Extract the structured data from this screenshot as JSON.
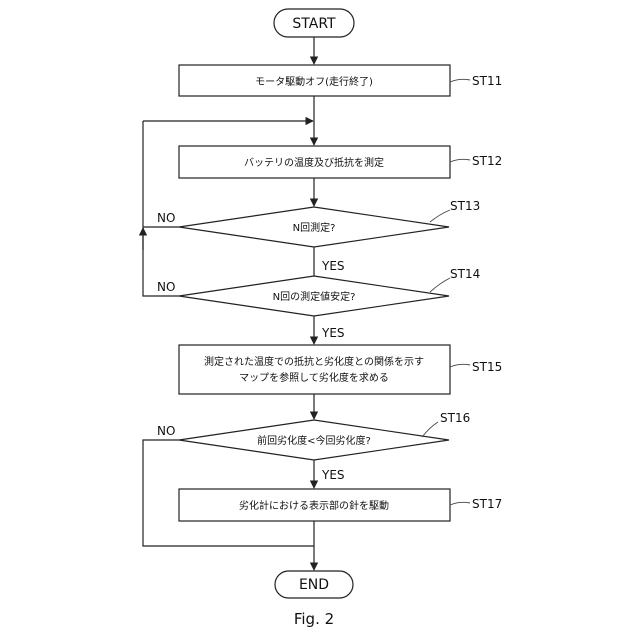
{
  "diagram": {
    "start": "START",
    "end": "END",
    "steps": {
      "st11": {
        "id": "ST11",
        "text": "モータ駆動オフ(走行終了)"
      },
      "st12": {
        "id": "ST12",
        "text": "バッテリの温度及び抵抗を測定"
      },
      "st13": {
        "id": "ST13",
        "text": "N回測定?"
      },
      "st14": {
        "id": "ST14",
        "text": "N回の測定値安定?"
      },
      "st15": {
        "id": "ST15",
        "line1": "測定された温度での抵抗と劣化度との関係を示す",
        "line2": "マップを参照して劣化度を求める"
      },
      "st16": {
        "id": "ST16",
        "text": "前回劣化度<今回劣化度?"
      },
      "st17": {
        "id": "ST17",
        "text": "劣化計における表示部の針を駆動"
      }
    },
    "branch_labels": {
      "yes_st13": "YES",
      "no_st13": "NO",
      "yes_st14": "YES",
      "no_st14": "NO",
      "yes_st16": "YES",
      "no_st16": "NO"
    },
    "caption": "Fig. 2"
  }
}
